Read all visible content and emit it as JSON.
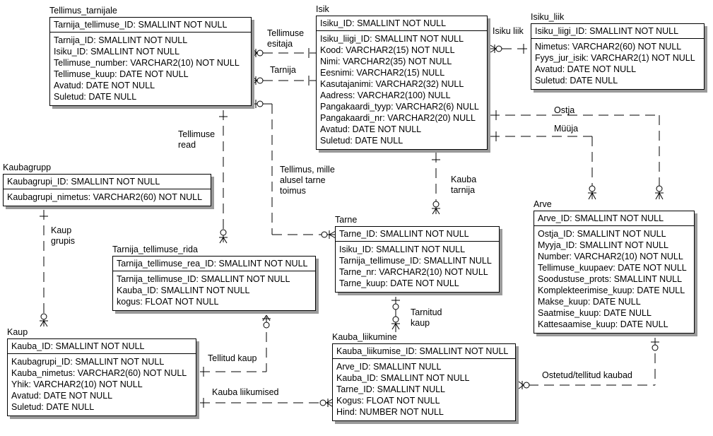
{
  "entities": {
    "tellimus_tarnijale": {
      "name": "Tellimus_tarnijale",
      "pk": "Tarnija_tellimuse_ID: SMALLINT NOT NULL",
      "attrs": [
        "Tarnija_ID: SMALLINT NOT NULL",
        "Isiku_ID: SMALLINT NOT NULL",
        "Tellimuse_number: VARCHAR2(10) NOT NULL",
        "Tellimuse_kuup: DATE NOT NULL",
        "Avatud: DATE NOT NULL",
        "Suletud: DATE NULL"
      ]
    },
    "isik": {
      "name": "Isik",
      "pk": "Isiku_ID: SMALLINT NOT NULL",
      "attrs": [
        "Isiku_liigi_ID: SMALLINT NOT NULL",
        "Kood: VARCHAR2(15) NOT NULL",
        "Nimi: VARCHAR2(35) NOT NULL",
        "Eesnimi: VARCHAR2(15) NULL",
        "Kasutajanimi: VARCHAR2(32) NULL",
        "Aadress: VARCHAR2(100) NULL",
        "Pangakaardi_tyyp: VARCHAR2(6) NULL",
        "Pangakaardi_nr: VARCHAR2(20) NULL",
        "Avatud: DATE NOT NULL",
        "Suletud: DATE NULL"
      ]
    },
    "isiku_liik": {
      "name": "Isiku_liik",
      "pk": "Isiku_liigi_ID: SMALLINT NOT NULL",
      "attrs": [
        "Nimetus: VARCHAR2(60) NOT NULL",
        "Fyys_jur_isik: VARCHAR2(1) NOT NULL",
        "Avatud: DATE NOT NULL",
        "Suletud: DATE NULL"
      ]
    },
    "kaubagrupp": {
      "name": "Kaubagrupp",
      "pk": "Kaubagrupi_ID: SMALLINT NOT NULL",
      "attrs": [
        "Kaubagrupi_nimetus: VARCHAR2(60) NOT NULL"
      ]
    },
    "tarnija_tellimuse_rida": {
      "name": "Tarnija_tellimuse_rida",
      "pk": "Tarnija_tellimuse_rea_ID: SMALLINT NOT NULL",
      "attrs": [
        "Tarnija_tellimuse_ID: SMALLINT NOT NULL",
        "Kauba_ID: SMALLINT NOT NULL",
        "kogus: FLOAT NOT NULL"
      ]
    },
    "tarne": {
      "name": "Tarne",
      "pk": "Tarne_ID: SMALLINT NOT NULL",
      "attrs": [
        "Isiku_ID: SMALLINT NOT NULL",
        "Tarnija_tellimuse_ID: SMALLINT NULL",
        "Tarne_nr: VARCHAR2(10) NOT NULL",
        "Tarne_kuup: DATE NOT NULL"
      ]
    },
    "arve": {
      "name": "Arve",
      "pk": "Arve_ID: SMALLINT NOT NULL",
      "attrs": [
        "Ostja_ID: SMALLINT NOT NULL",
        "Myyja_ID: SMALLINT NOT NULL",
        "Number: VARCHAR2(10) NOT NULL",
        "Tellimuse_kuupaev: DATE NOT NULL",
        "Soodustuse_prots: SMALLINT NULL",
        "Komplekteerimise_kuup: DATE NULL",
        "Makse_kuup: DATE NULL",
        "Saatmise_kuup: DATE NULL",
        "Kattesaamise_kuup: DATE NULL"
      ]
    },
    "kaup": {
      "name": "Kaup",
      "pk": "Kauba_ID: SMALLINT NOT NULL",
      "attrs": [
        "Kaubagrupi_ID: SMALLINT NOT NULL",
        "Kauba_nimetus: VARCHAR2(60) NOT NULL",
        "Yhik: VARCHAR2(10) NOT NULL",
        "Avatud: DATE NOT NULL",
        "Suletud: DATE NULL"
      ]
    },
    "kauba_liikumine": {
      "name": "Kauba_liikumine",
      "pk": "Kauba_liikumise_ID: SMALLINT NOT NULL",
      "attrs": [
        "Arve_ID: SMALLINT NULL",
        "Kauba_ID: SMALLINT NOT NULL",
        "Tarne_ID: SMALLINT NULL",
        "Kogus: FLOAT NOT NULL",
        "Hind: NUMBER NOT NULL"
      ]
    }
  },
  "relationships": {
    "tellimuse_esitaja": "Tellimuse\nesitaja",
    "tarnija": "Tarnija",
    "isiku_liik": "Isiku liik",
    "ostja": "Ostja",
    "muuja": "Müüja",
    "tellimuse_read": "Tellimuse\nread",
    "tellimus_mille_alusel": "Tellimus, mille\nalusel tarne\ntoimus",
    "kauba_tarnija": "Kauba\ntarnija",
    "kaup_grupis": "Kaup\ngrupis",
    "tarnitud_kaup": "Tarnitud\nkaup",
    "tellitud_kaup": "Tellitud kaup",
    "kauba_liikumised": "Kauba liikumised",
    "ostetud_tellitud": "Ostetud/tellitud kaubad"
  }
}
